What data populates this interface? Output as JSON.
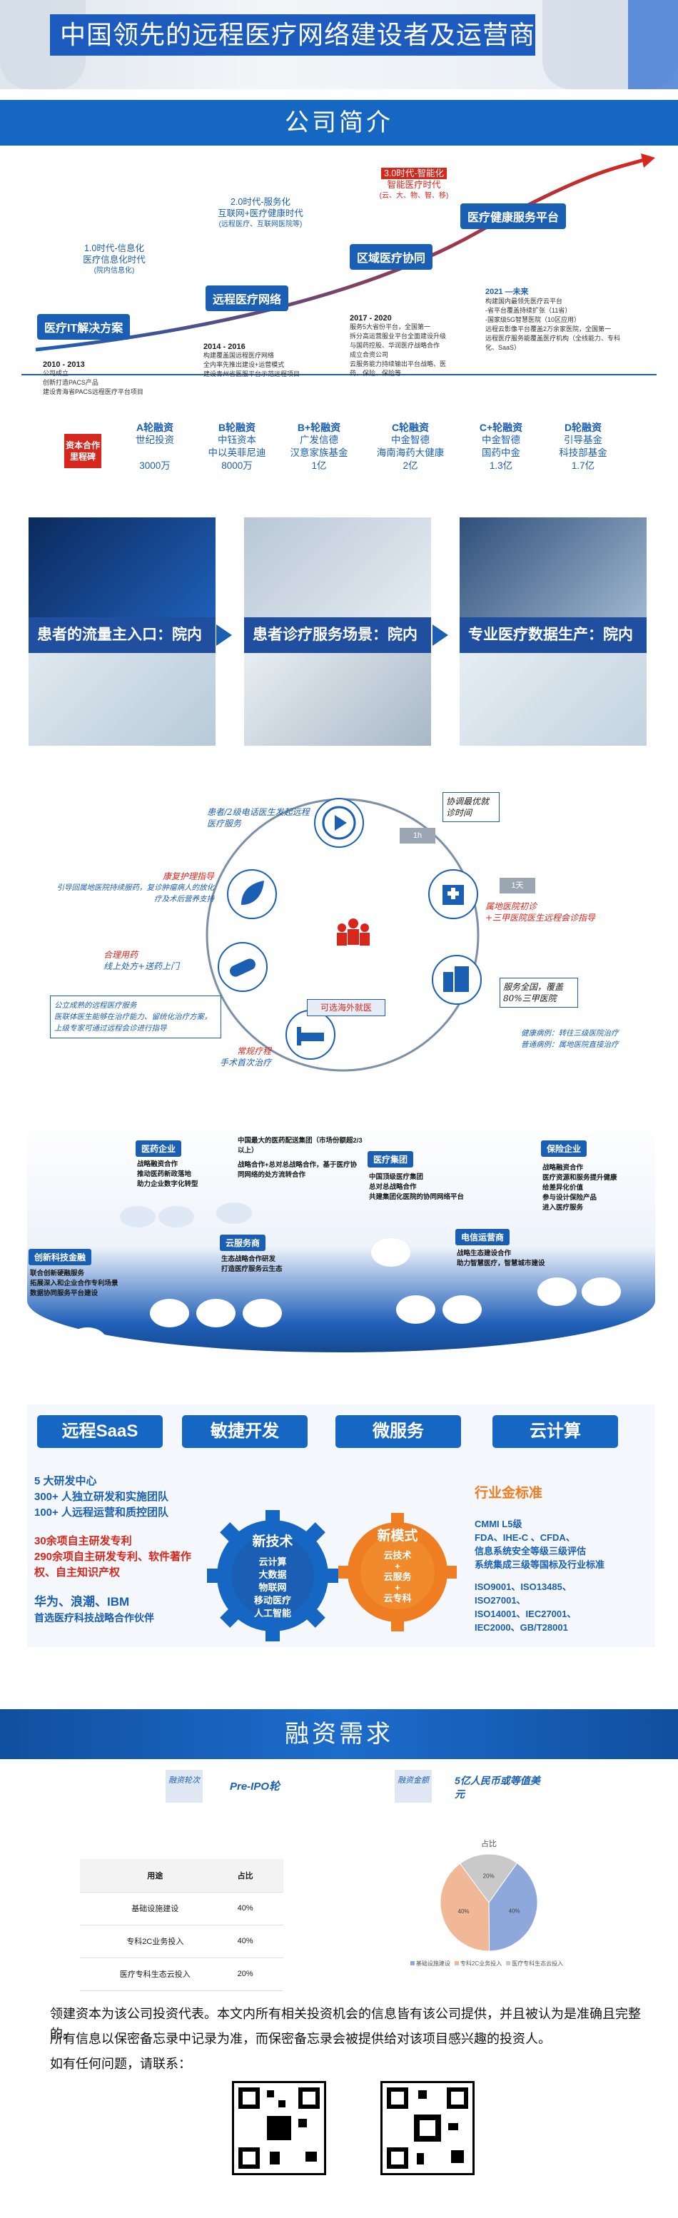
{
  "hero": {
    "title": "中国领先的远程医疗网络建设者及运营商"
  },
  "company": {
    "section_title": "公司简介",
    "stages": [
      {
        "title": "医疗IT解决方案",
        "sub1": "1.0时代-信息化",
        "sub2": "医疗信息化时代",
        "sub3": "(院内信息化)"
      },
      {
        "title": "远程医疗网络",
        "sub1": "2.0时代-服务化",
        "sub2": "互联网+医疗健康时代",
        "sub3": "(远程医疗、互联网医院等)"
      },
      {
        "title": "区域医疗协同"
      },
      {
        "title": "医疗健康服务平台",
        "sub1": "3.0时代-智能化",
        "sub2": "智能医疗时代",
        "sub3": "(云、大、物、智、移)"
      }
    ],
    "years": [
      {
        "year": "2010 - 2013",
        "notes": [
          "公司成立",
          "创新打造PACS产品",
          "建设青海省PACS远程医疗平台项目"
        ]
      },
      {
        "year": "2014 - 2016",
        "notes": [
          "构建覆盖国远程医疗网络",
          "全内率先推出建设+运营模式",
          "建设青州省医服平台示范远程项目"
        ]
      },
      {
        "year": "2017 - 2020",
        "notes": [
          "服务5大省份平台，全国第一",
          "拆分高运营服业平台全面建设升级",
          "与国药控股、华润医疗战略合作",
          "成立合资公司",
          "云服务能力持续输出平台战略、医药、保险、保险等"
        ]
      },
      {
        "year": "2021 —未来",
        "notes": [
          "构建国内最领先医疗云平台",
          "-省平台覆盖持续扩张（11省）",
          "-国家级5G智慧医院（10区应用）",
          "远程云影像平台覆盖2万余家医院，全国第一",
          "远程医疗服务能覆盖医疗机构（全线能力、专科化、SaaS）"
        ]
      }
    ],
    "funding": {
      "first": "资本合作里程碑",
      "rounds": [
        {
          "round": "A轮融资",
          "line1": "世纪投资",
          "line2": "3000万"
        },
        {
          "round": "B轮融资",
          "line1": "中钰资本",
          "line2": "中以英菲尼迪",
          "line3": "8000万"
        },
        {
          "round": "B+轮融资",
          "line1": "广发信德",
          "line2": "汉意家族基金",
          "line3": "1亿"
        },
        {
          "round": "C轮融资",
          "line1": "中金智德",
          "line2": "海南海药大健康",
          "line3": "2亿"
        },
        {
          "round": "C+轮融资",
          "line1": "中金智德",
          "line2": "国药中金",
          "line3": "1.3亿"
        },
        {
          "round": "D轮融资",
          "line1": "引导基金",
          "line2": "科技部基金",
          "line3": "1.7亿"
        }
      ]
    }
  },
  "photos": {
    "panels": [
      {
        "label": "患者的流量主入口：院内"
      },
      {
        "label": "患者诊疗服务场景：院内"
      },
      {
        "label": "专业医疗数据生产：院内"
      }
    ]
  },
  "cycle": {
    "center_label": "可选海外就医",
    "notes": [
      {
        "text": "患者/2级电话医生发起远程医疗服务"
      },
      {
        "text": "协调最优就诊时间"
      },
      {
        "text": "康复护理指导",
        "extra": "引导回属地医院持续服药，复诊肿瘤病人的放化疗及术后营养支持"
      },
      {
        "text": "合理用药",
        "extra": "线上处方+送药上门"
      },
      {
        "text": "公立成熟的远程医疗服务",
        "extra": "医联体医生能够在治疗能力、留统化治疗方案，上级专家可通过远程会诊进行指导"
      },
      {
        "text": "常规疗程",
        "extra": "手术首次治疗"
      },
      {
        "text": "属地医院初诊",
        "extra": "+三甲医院医生远程会诊指导"
      },
      {
        "text": "服务全国，覆盖80%三甲医院"
      },
      {
        "text": "健康病例：转往三级医院治疗",
        "extra": "普通病例：属地医院直接治疗"
      }
    ],
    "time1": "1h",
    "time2": "1天"
  },
  "ecosystem": {
    "groups": [
      {
        "title": "医药企业",
        "lines": [
          "战略融资合作",
          "推动医药新政落地",
          "助力企业数字化转型"
        ]
      },
      {
        "title": "",
        "lines": [
          "中国最大的医药配送集团（市场份额超2/3以上）",
          "战略合作+总对总战略合作，基于医疗协同网络的处方流转合作"
        ]
      },
      {
        "title": "医疗集团",
        "lines": [
          "中国顶级医疗集团",
          "总对总战略合作",
          "共建集团化医院的协同网络平台"
        ]
      },
      {
        "title": "保险企业",
        "lines": [
          "战略融资合作",
          "医疗资源和服务提升健康",
          "给差异化价值",
          "参与设计保险产品",
          "进入医疗服务"
        ]
      },
      {
        "title": "创新科技金融",
        "lines": [
          "联合创新硬融服务",
          "拓展深入和企业合作专利场景",
          "数据协同服务平台建设"
        ]
      },
      {
        "title": "云服务商",
        "lines": [
          "生态战略合作研发",
          "打造医疗服务云生态"
        ]
      },
      {
        "title": "电信运营商",
        "lines": [
          "战略生态建设合作",
          "助力智慧医疗，智慧城市建设"
        ]
      }
    ]
  },
  "tech": {
    "buttons": [
      "远程SaaS",
      "敏捷开发",
      "微服务",
      "云计算"
    ],
    "left": {
      "l1": "5 大研发中心",
      "l2": "300+ 人独立研发和实施团队",
      "l3": "100+ 人远程运营和质控团队",
      "l4": "30余项自主研发专利",
      "l5": "290余项自主研发专利、软件著作权、自主知识产权",
      "l6": "华为、浪潮、IBM",
      "l7": "首选医疗科技战略合作伙伴"
    },
    "gear1": {
      "title": "新技术",
      "items": [
        "云计算",
        "大数据",
        "物联网",
        "移动医疗",
        "人工智能"
      ]
    },
    "gear2": {
      "title": "新模式",
      "items": [
        "云技术",
        "+",
        "云服务",
        "+",
        "云专科"
      ]
    },
    "right": {
      "title": "行业金标准",
      "lines": [
        "CMMI L5级",
        "FDA、IHE-C 、CFDA、",
        "信息系统安全等级三级评估",
        "系统集成三级等国标及行业标准",
        "ISO9001、ISO13485、",
        "ISO27001、",
        "ISO14001、IEC27001、",
        "IEC2000、GB/T28001"
      ]
    }
  },
  "financing": {
    "section_title": "融资需求",
    "round_label": "融资轮次",
    "round_value": "Pre-IPO轮",
    "amount_label": "融资金额",
    "amount_value": "5亿人民币或等值美元",
    "table": {
      "headers": [
        "用途",
        "占比"
      ],
      "rows": [
        [
          "基础设施建设",
          "40%"
        ],
        [
          "专科2C业务投入",
          "40%"
        ],
        [
          "医疗专科生态云投入",
          "20%"
        ]
      ]
    },
    "pie": {
      "title": "占比",
      "legend": [
        "基础设施建设",
        "专科2C业务投入",
        "医疗专科生态云投入"
      ]
    }
  },
  "chart_data": {
    "type": "pie",
    "title": "占比",
    "categories": [
      "基础设施建设",
      "专科2C业务投入",
      "医疗专科生态云投入"
    ],
    "values": [
      40,
      40,
      20
    ],
    "colors": [
      "#8fa8dc",
      "#f0b897",
      "#c9c9c9"
    ],
    "legend": "bottom"
  },
  "footer": {
    "p1": "领建资本为该公司投资代表。本文内所有相关投资机会的信息皆有该公司提供，并且被认为是准确且完整的。",
    "p2": "所有信息以保密备忘录中记录为准，而保密备忘录会被提供给对该项目感兴趣的投资人。",
    "p3": "如有任何问题，请联系："
  }
}
